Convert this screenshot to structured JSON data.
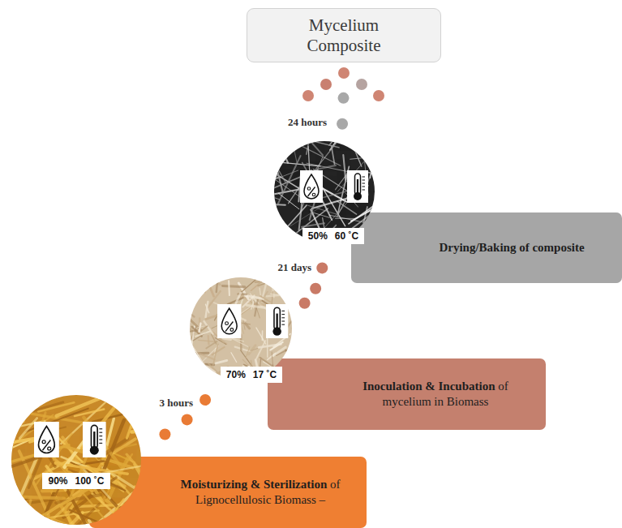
{
  "diagram": {
    "nodes": [
      {
        "text": [
          "Mycelium Composite"
        ]
      },
      {
        "text": [
          "50%",
          "60 ˚C"
        ]
      },
      {
        "text": [
          "Drying/Baking of composite"
        ]
      },
      {
        "text": [
          "70%",
          "17 ˚C"
        ]
      },
      {
        "text": [
          "Inoculation & Incubation",
          "of mycelium in Biomass"
        ]
      },
      {
        "text": [
          "90%",
          "100 ˚C"
        ]
      },
      {
        "text": [
          "Moisturizing & Sterilization",
          "of Lignocellulosic Biomass –"
        ]
      }
    ],
    "edges": [
      {
        "from": 5,
        "to": 3,
        "arrow": "none",
        "label": "3 hours"
      },
      {
        "from": 3,
        "to": 1,
        "arrow": "none",
        "label": "21 days"
      },
      {
        "from": 1,
        "to": 0,
        "arrow": "none",
        "label": "24 hours"
      }
    ]
  }
}
